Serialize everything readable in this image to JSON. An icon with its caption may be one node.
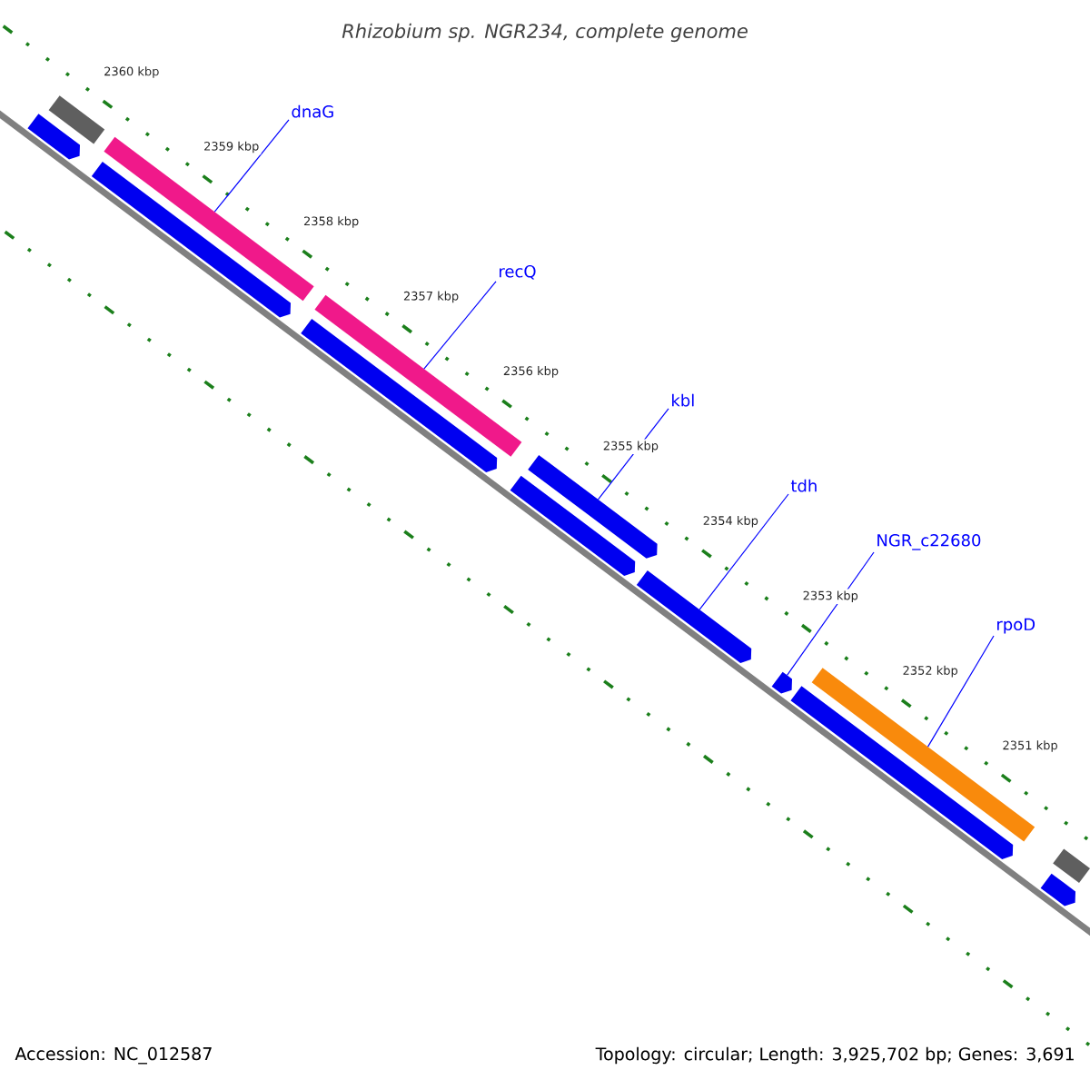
{
  "diagram": {
    "title": "Rhizobium sp. NGR234, complete genome",
    "nodes": [
      {
        "text": [
          "dnaG"
        ]
      },
      {
        "text": [
          "recQ"
        ]
      },
      {
        "text": [
          "kbl"
        ]
      },
      {
        "text": [
          "tdh"
        ]
      },
      {
        "text": [
          "NGR_c22680"
        ]
      },
      {
        "text": [
          "rpoD"
        ]
      },
      {
        "text": [],
        "shape": "arrow"
      },
      {
        "text": [],
        "shape": "bar"
      },
      {
        "text": [],
        "shape": "bar"
      },
      {
        "text": [],
        "shape": "arrow"
      },
      {
        "text": [],
        "shape": "bar"
      },
      {
        "text": [],
        "shape": "arrow"
      },
      {
        "text": [],
        "shape": "arrow"
      },
      {
        "text": [],
        "shape": "arrow"
      },
      {
        "text": [],
        "shape": "arrow"
      },
      {
        "text": [],
        "shape": "arrow"
      },
      {
        "text": [],
        "shape": "arrow"
      },
      {
        "text": [],
        "shape": "bar"
      },
      {
        "text": [],
        "shape": "bar"
      },
      {
        "text": [],
        "shape": "arrow"
      }
    ],
    "edges": [
      {
        "from": 0,
        "to": 8,
        "arrow": "none"
      },
      {
        "from": 1,
        "to": 10,
        "arrow": "none"
      },
      {
        "from": 2,
        "to": 13,
        "arrow": "none"
      },
      {
        "from": 3,
        "to": 14,
        "arrow": "none"
      },
      {
        "from": 4,
        "to": 15,
        "arrow": "none"
      },
      {
        "from": 5,
        "to": 17,
        "arrow": "none"
      }
    ],
    "labels": [
      "2360 kbp",
      "2359 kbp",
      "2358 kbp",
      "2357 kbp",
      "2356 kbp",
      "2355 kbp",
      "2354 kbp",
      "2353 kbp",
      "2352 kbp",
      "2351 kbp",
      "Accession: NC_012587",
      "Topology: circular; Length: 3,925,702 bp; Genes: 3,691"
    ]
  }
}
